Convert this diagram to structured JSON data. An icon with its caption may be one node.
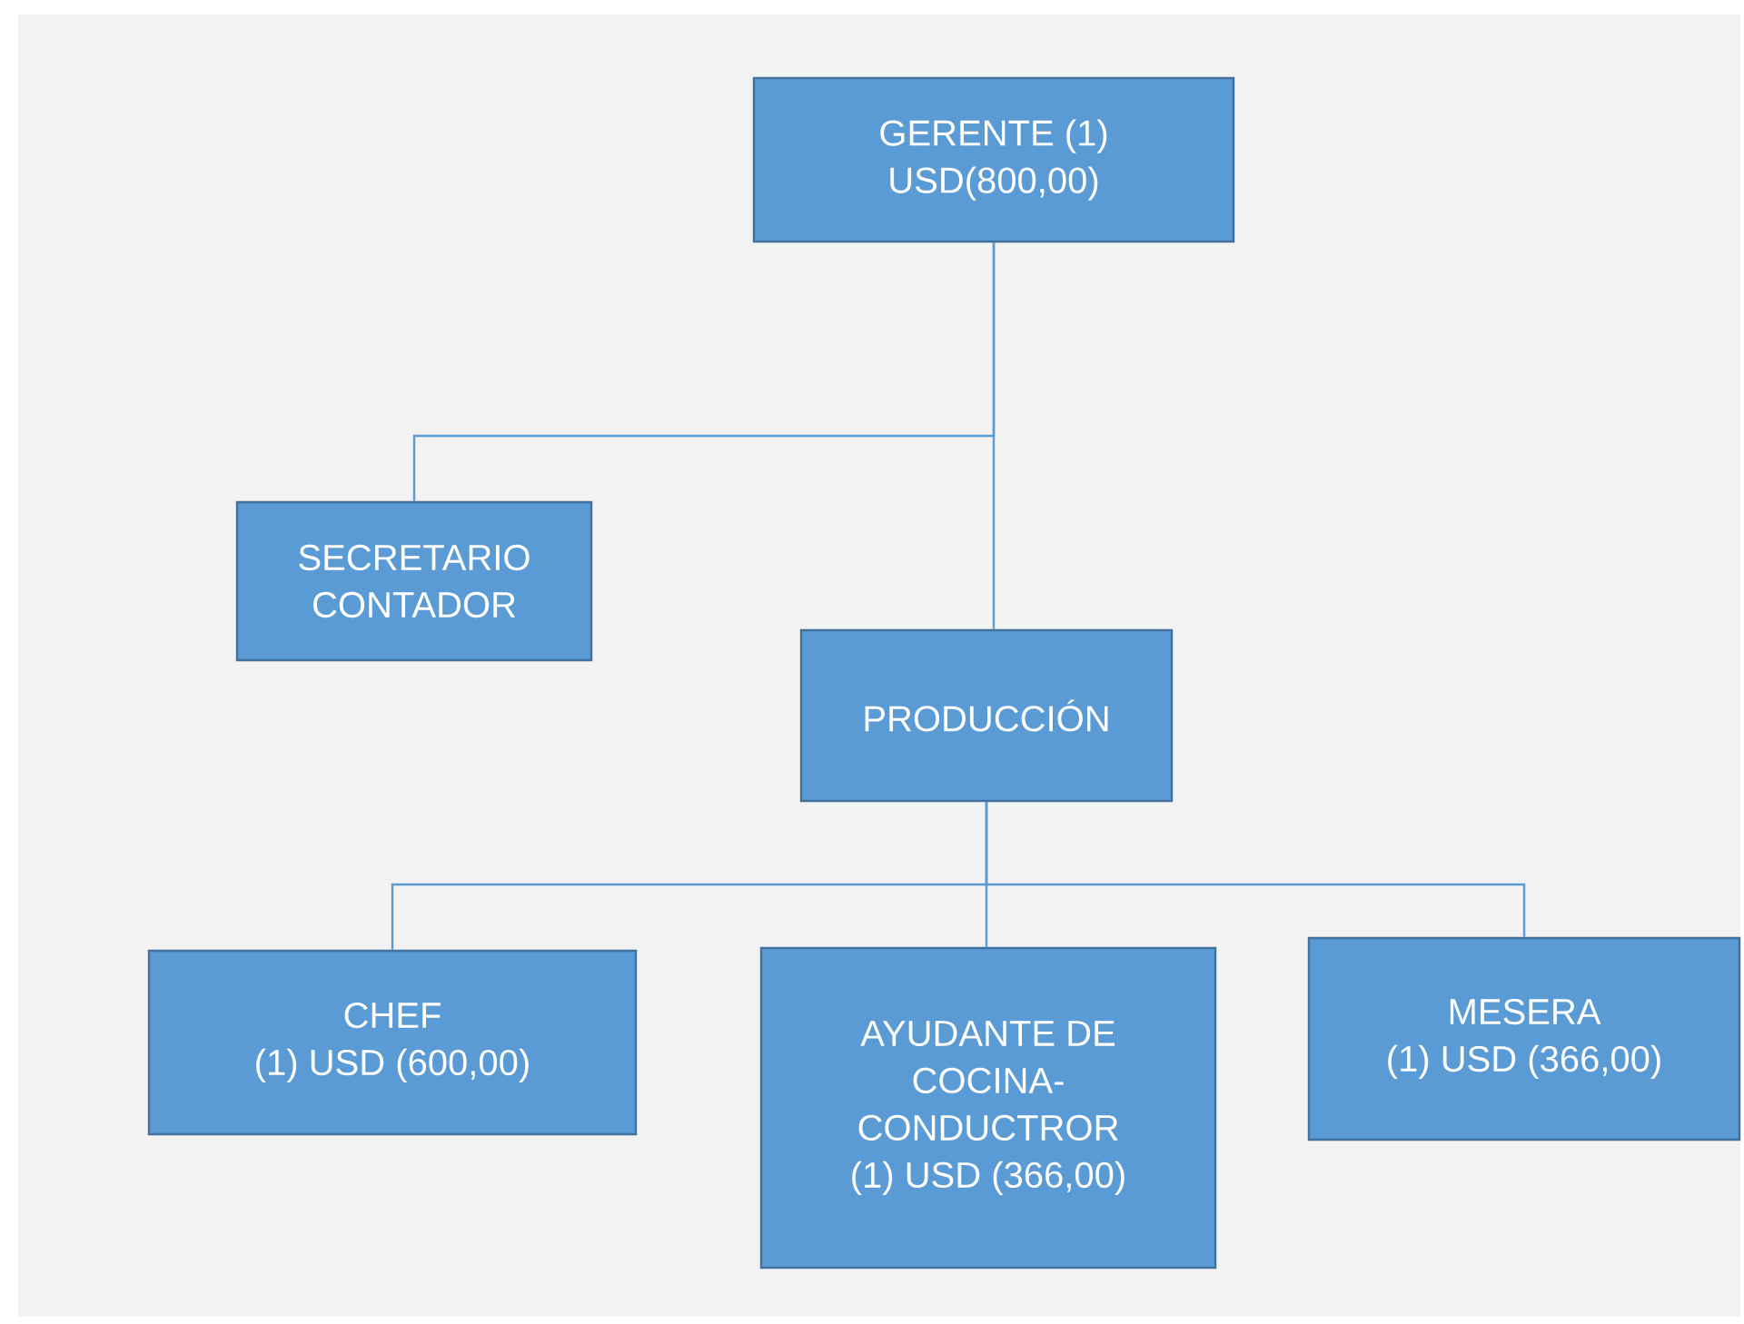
{
  "diagram": {
    "nodes": [
      {
        "text": [
          "GERENTE (1)",
          "USD(800,00)"
        ]
      },
      {
        "text": [
          "SECRETARIO CONTADOR"
        ]
      },
      {
        "text": [
          "PRODUCCIÓN"
        ]
      },
      {
        "text": [
          "CHEF",
          "(1) USD (600,00)"
        ]
      },
      {
        "text": [
          "AYUDANTE DE COCINA- CONDUCTROR",
          "(1) USD (366,00)"
        ]
      },
      {
        "text": [
          "MESERA",
          "(1) USD (366,00)"
        ]
      }
    ],
    "edges": [
      {
        "from": 0,
        "to": 1,
        "arrow": "none"
      },
      {
        "from": 0,
        "to": 2,
        "arrow": "none"
      },
      {
        "from": 2,
        "to": 3,
        "arrow": "none"
      },
      {
        "from": 2,
        "to": 4,
        "arrow": "none"
      },
      {
        "from": 2,
        "to": 5,
        "arrow": "none"
      }
    ]
  }
}
